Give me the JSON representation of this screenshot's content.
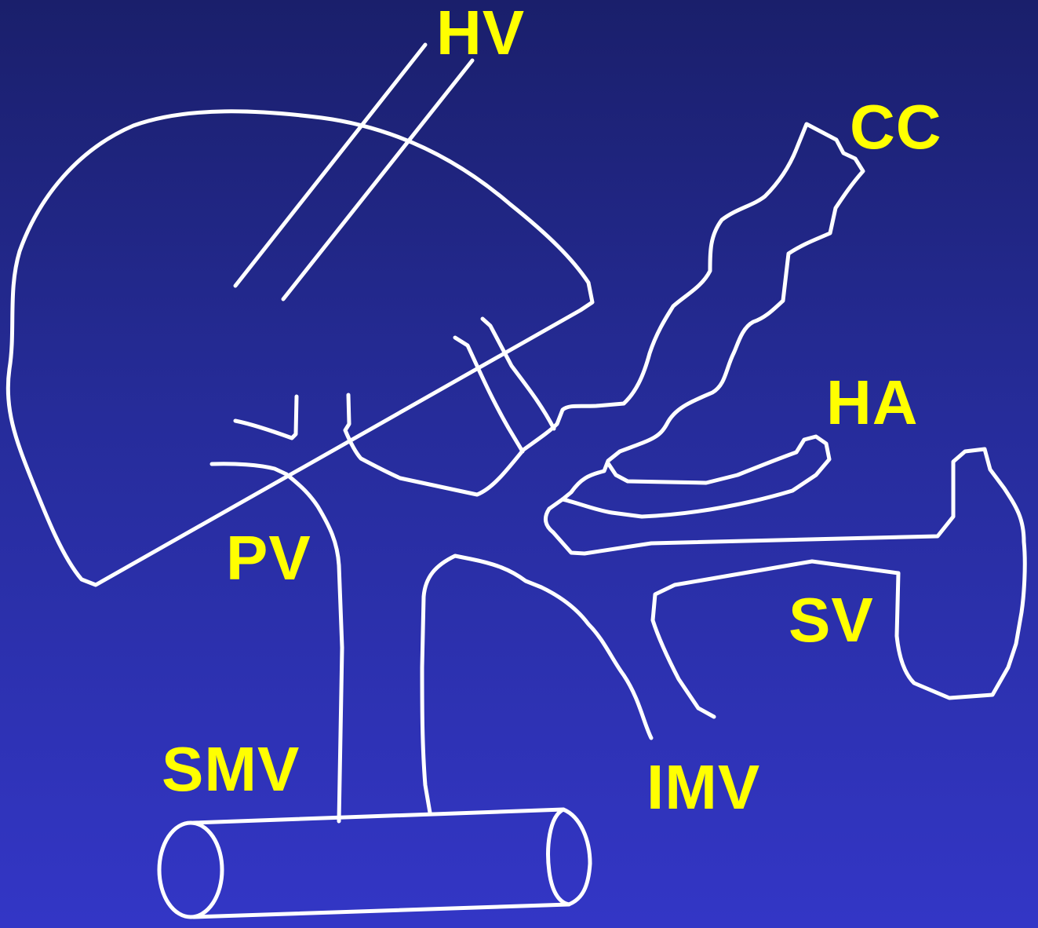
{
  "labels": {
    "hv": "HV",
    "cc": "CC",
    "ha": "HA",
    "pv": "PV",
    "sv": "SV",
    "smv": "SMV",
    "imv": "IMV"
  },
  "colors": {
    "label": "#ffff00",
    "outline": "#ffffff",
    "background_top": "#1a1f6b",
    "background_bottom": "#3336c6"
  }
}
